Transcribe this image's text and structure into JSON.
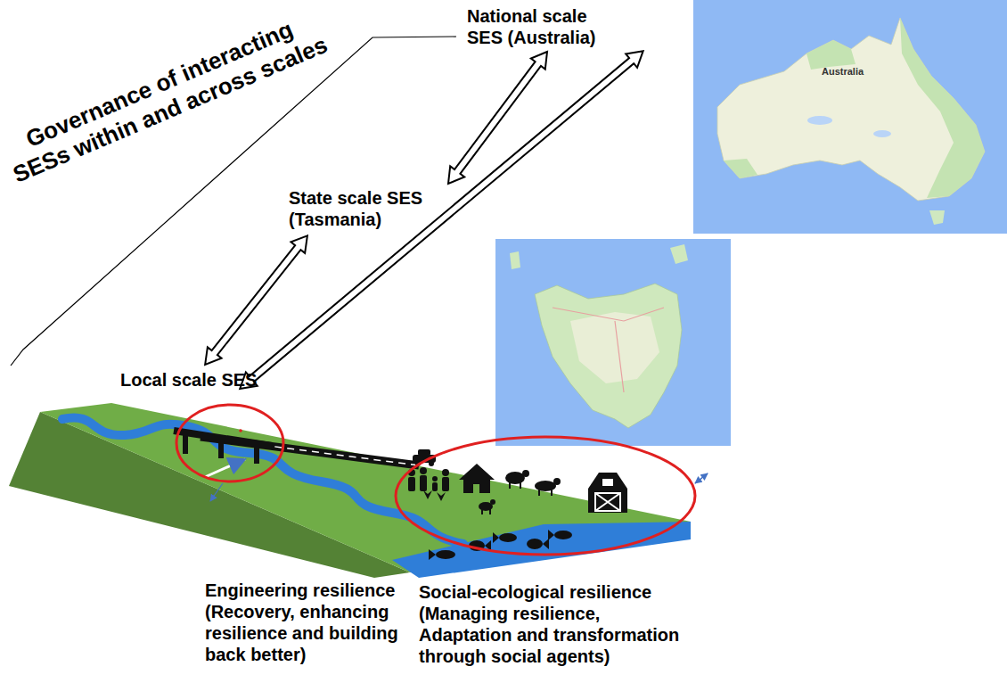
{
  "diagram": {
    "title": "Governance of interacting SESs within and across scales",
    "nodes": [
      {
        "text": [
          "National scale SES (Australia)"
        ]
      },
      {
        "text": [
          "State scale SES (Tasmania)"
        ]
      },
      {
        "text": [
          "Local scale SES"
        ]
      }
    ],
    "edges": [
      {
        "from": 0,
        "to": 1,
        "arrow": "both"
      },
      {
        "from": 1,
        "to": 2,
        "arrow": "both"
      },
      {
        "from": 2,
        "to": 0,
        "arrow": "both"
      }
    ],
    "labels": [
      "Australia",
      "Engineering resilience",
      "(Recovery, enhancing resilience and building back better)",
      "Social-ecological resilience",
      "(Managing resilience, Adaptation and transformation through social agents)"
    ]
  }
}
